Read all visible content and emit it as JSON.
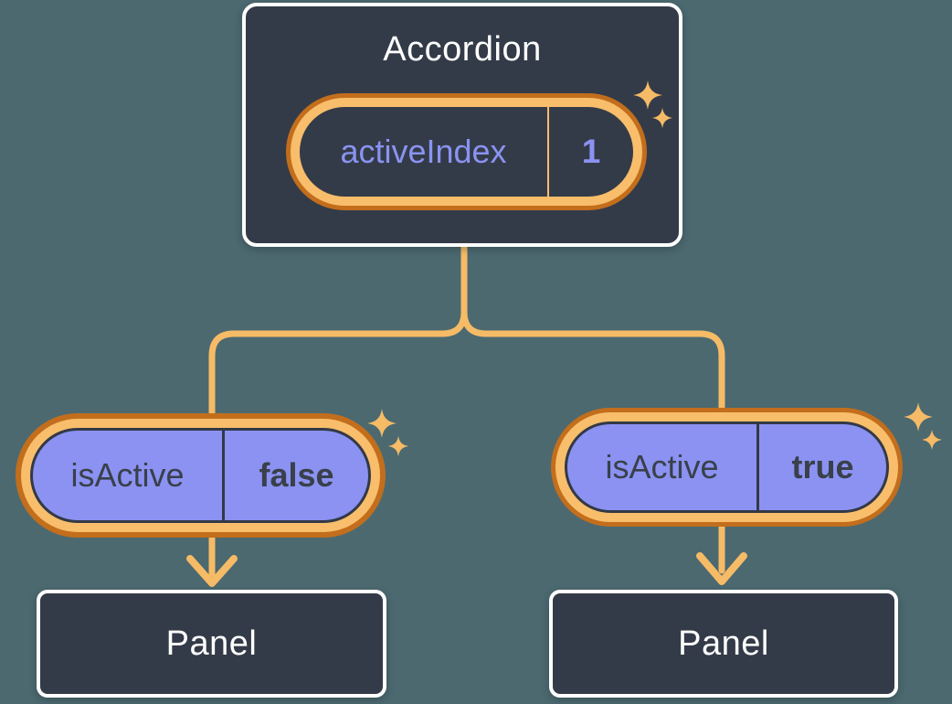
{
  "palette": {
    "bg": "#4C6970",
    "box-fill": "#343B48",
    "box-border": "#FFFFFF",
    "title-text": "#FFFFFF",
    "ring-dark": "#C26E1C",
    "ring-light": "#F8BE6B",
    "connector": "#F6BB66",
    "sparkle": "#F6BB66",
    "purple-fill": "#8B92F2",
    "purple-text": "#8A93F2",
    "ink": "#39404A",
    "ink-border": "#333946"
  },
  "root": {
    "title": "Accordion",
    "state": {
      "name": "activeIndex",
      "value": "1"
    }
  },
  "children": [
    {
      "prop": {
        "name": "isActive",
        "value": "false"
      },
      "panel": {
        "title": "Panel"
      }
    },
    {
      "prop": {
        "name": "isActive",
        "value": "true"
      },
      "panel": {
        "title": "Panel"
      }
    }
  ]
}
